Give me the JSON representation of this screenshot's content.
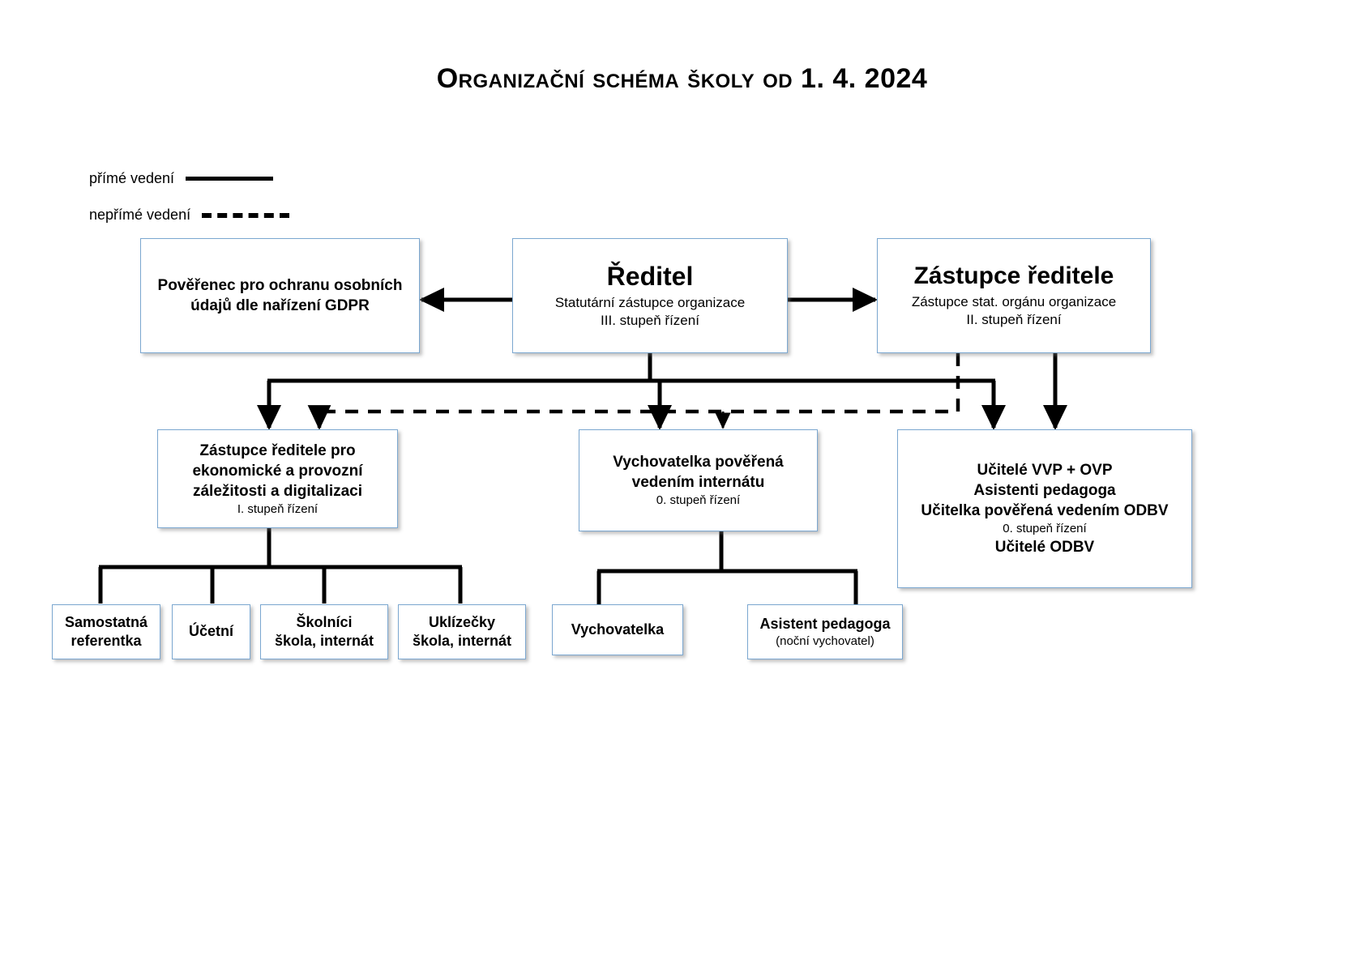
{
  "page": {
    "title": "Organizační schéma školy od 1. 4. 2024"
  },
  "legend": {
    "direct": {
      "label": "přímé vedení",
      "style": "solid",
      "icon": "solid-line-icon"
    },
    "indirect": {
      "label": "nepřímé vedení",
      "style": "dashed",
      "icon": "dashed-line-icon"
    }
  },
  "colors": {
    "node_border": "#7ba7d0",
    "node_fill": "#ffffff",
    "connector": "#000000",
    "text": "#000000"
  },
  "nodes": {
    "gdpr": {
      "line1": "Pověřenec pro ochranu osobních",
      "line2": "údajů dle nařízení GDPR"
    },
    "reditel": {
      "title": "Ředitel",
      "sub1": "Statutární zástupce organizace",
      "sub2": "III. stupeň řízení"
    },
    "zastupce_reditele": {
      "title": "Zástupce ředitele",
      "sub1": "Zástupce stat. orgánu organizace",
      "sub2": "II. stupeň řízení"
    },
    "zastupce_ekonom": {
      "line1": "Zástupce ředitele pro",
      "line2": "ekonomické a provozní",
      "line3": "záležitosti a digitalizaci",
      "sub": "I. stupeň řízení"
    },
    "vychovatelka_poverena": {
      "line1": "Vychovatelka pověřená",
      "line2": "vedením internátu",
      "sub": "0. stupeň řízení"
    },
    "ucitele": {
      "line1": "Učitelé VVP + OVP",
      "line2": "Asistenti pedagoga",
      "line3": "Učitelka pověřená vedením ODBV",
      "sub": "0. stupeň řízení",
      "line4": "Učitelé ODBV"
    },
    "samostatna_referentka": {
      "line1": "Samostatná",
      "line2": "referentka"
    },
    "ucetni": {
      "line1": "Účetní"
    },
    "skolnici": {
      "line1": "Školníci",
      "line2": "škola, internát"
    },
    "uklizecky": {
      "line1": "Uklízečky",
      "line2": "škola, internát"
    },
    "vychovatelka": {
      "line1": "Vychovatelka"
    },
    "asistent_pedagoga": {
      "line1": "Asistent pedagoga",
      "sub": "(noční vychovatel)"
    }
  }
}
